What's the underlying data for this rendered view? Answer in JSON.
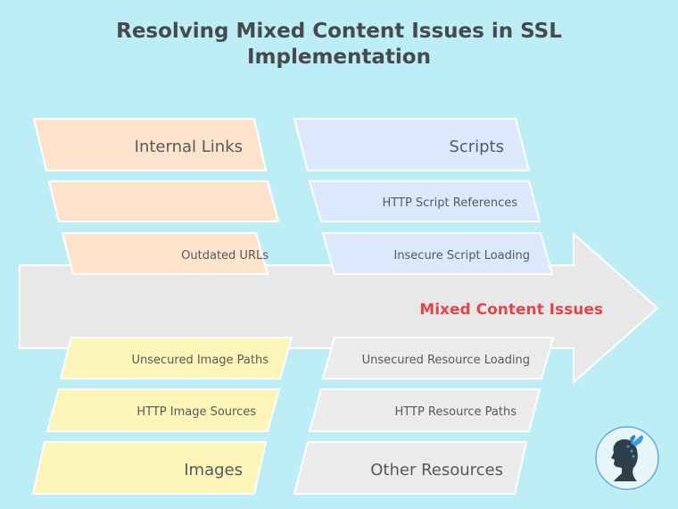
{
  "title_lines": [
    "Resolving Mixed Content Issues in SSL",
    "Implementation"
  ],
  "spine_label": "Mixed Content Issues",
  "colors": {
    "background": "#bdeef5",
    "arrow": "#e8e8e8",
    "spine_label": "#e0464a",
    "internal_links": "#fde3cc",
    "scripts": "#dce8fb",
    "images": "#fdf5b8",
    "other_resources": "#ebebeb"
  },
  "categories": {
    "internal_links": {
      "label": "Internal Links",
      "causes": [
        "",
        "Outdated URLs"
      ]
    },
    "scripts": {
      "label": "Scripts",
      "causes": [
        "HTTP Script References",
        "Insecure Script Loading"
      ]
    },
    "images": {
      "label": "Images",
      "causes": [
        "Unsecured Image Paths",
        "HTTP Image Sources"
      ]
    },
    "other_resources": {
      "label": "Other Resources",
      "causes": [
        "Unsecured Resource Loading",
        "HTTP Resource Paths"
      ]
    }
  },
  "logo_icon": "woman-silhouette-butterfly-logo"
}
